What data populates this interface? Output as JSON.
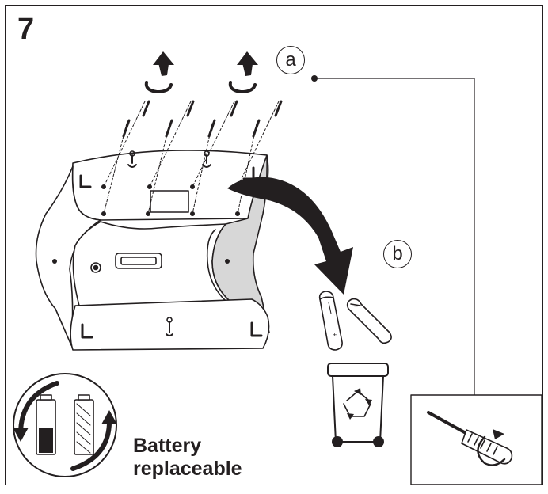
{
  "step": {
    "number": "7"
  },
  "callouts": {
    "a": "a",
    "b": "b"
  },
  "battery_note": {
    "line1": "Battery",
    "line2": "replaceable"
  },
  "colors": {
    "ink": "#231f20",
    "shade": "#d7d7d7",
    "background": "#ffffff"
  },
  "icons": [
    "screwdriver-icon",
    "recycle-bin-icon",
    "battery-replaceable-icon",
    "rotate-arrow-icon",
    "screw-icon",
    "battery-icon",
    "curved-arrow-icon"
  ]
}
